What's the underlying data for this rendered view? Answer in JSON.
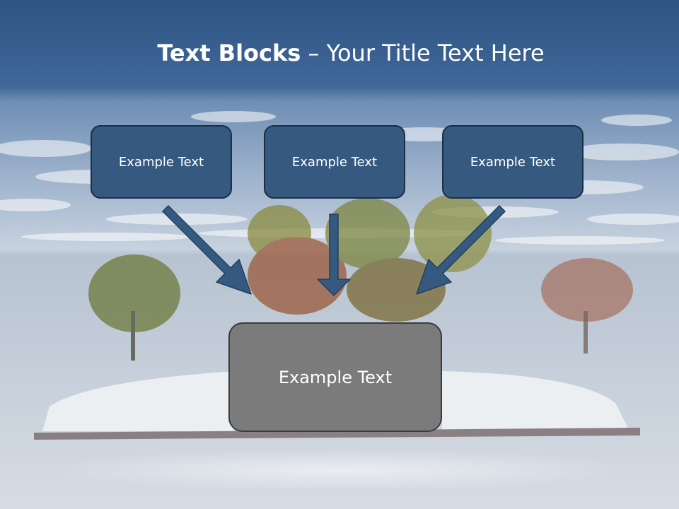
{
  "title": {
    "bold": "Text Blocks",
    "rest": " – Your Title Text Here"
  },
  "blocks": [
    {
      "label": "Example Text"
    },
    {
      "label": "Example Text"
    },
    {
      "label": "Example Text"
    }
  ],
  "target": {
    "label": "Example Text"
  },
  "colors": {
    "header": "#3a5d86",
    "box": "#35597f",
    "box_border": "#1b2f46",
    "target": "#7b7b7b",
    "arrow": "#35597f"
  }
}
